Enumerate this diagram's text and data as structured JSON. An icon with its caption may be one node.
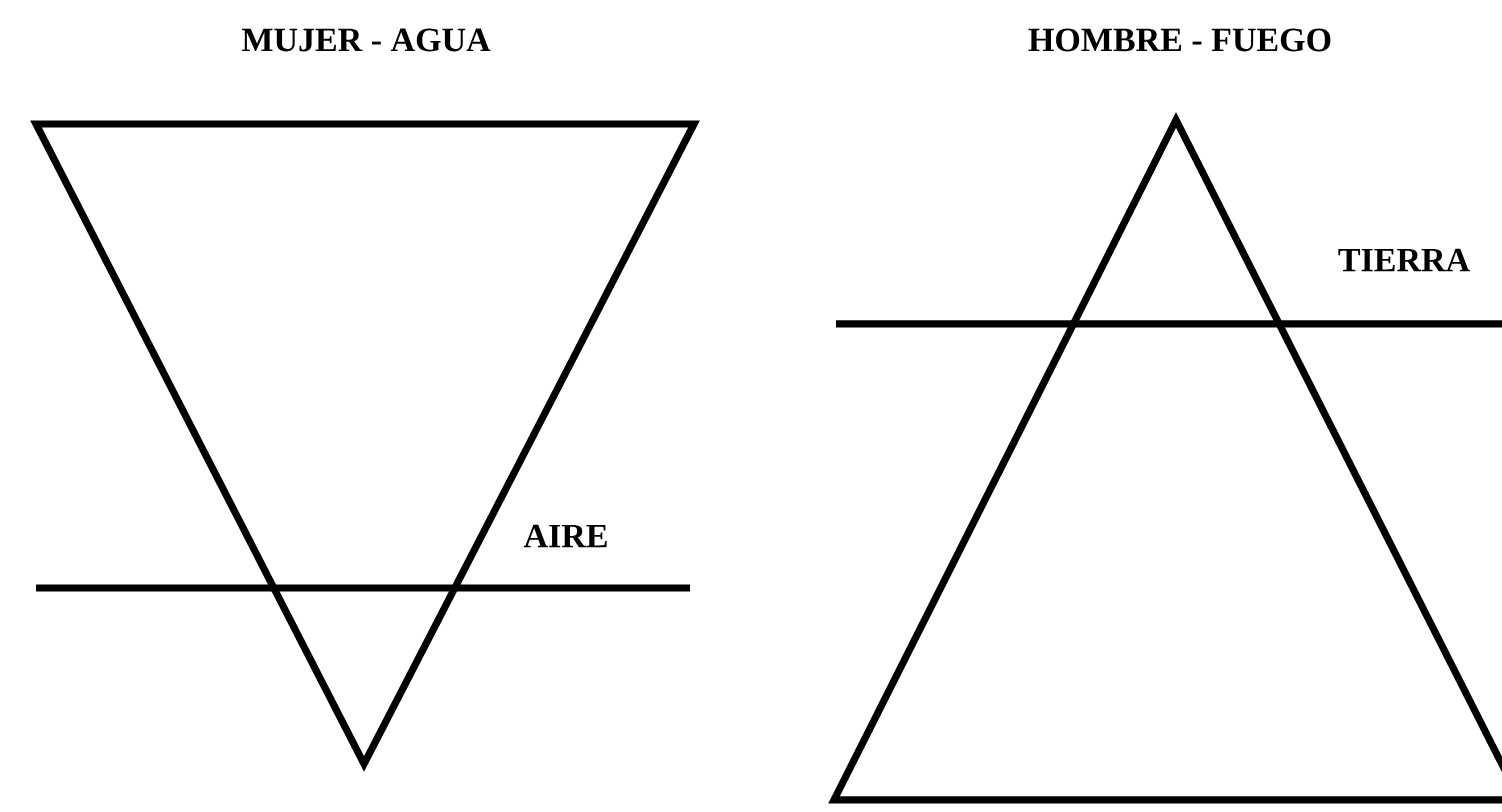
{
  "diagram": {
    "nodes": [
      {
        "text": [
          "MUJER - AGUA"
        ]
      },
      {
        "text": [
          "HOMBRE - FUEGO"
        ]
      }
    ],
    "labels": [
      "AIRE",
      "TIERRA"
    ]
  }
}
